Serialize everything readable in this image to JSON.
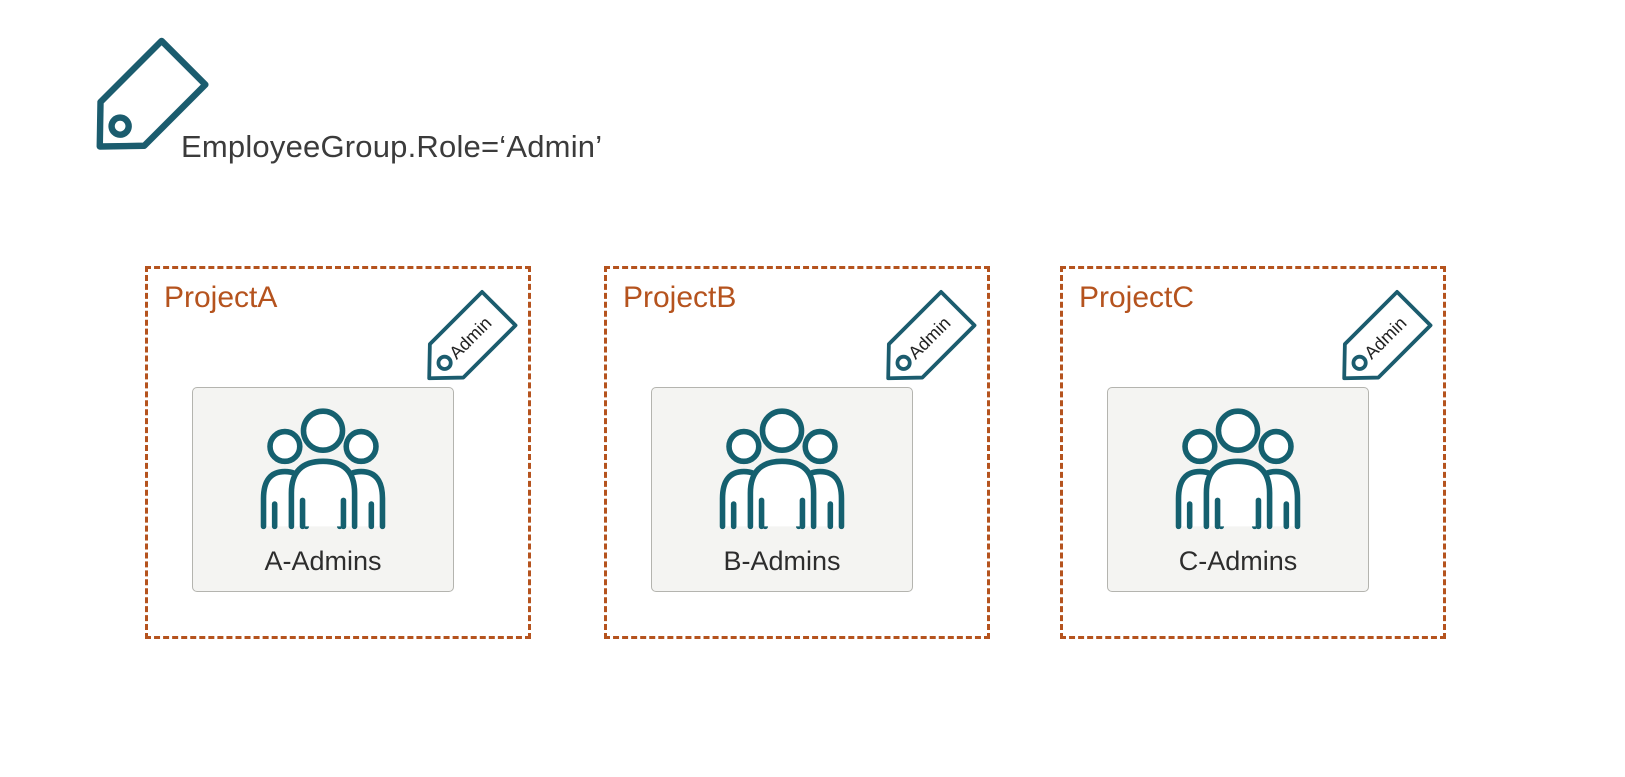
{
  "header": {
    "tag_label": "EmployeeGroup.Role=‘Admin’"
  },
  "colors": {
    "teal_outline": "#1b5c6e",
    "orange_dashed": "#b5531e",
    "card_background": "#f4f4f2",
    "card_border": "#b4b4af",
    "text_dark": "#3b3b3b"
  },
  "projects": [
    {
      "name": "ProjectA",
      "group_label": "A-Admins",
      "tag_label": "Admin"
    },
    {
      "name": "ProjectB",
      "group_label": "B-Admins",
      "tag_label": "Admin"
    },
    {
      "name": "ProjectC",
      "group_label": "C-Admins",
      "tag_label": "Admin"
    }
  ]
}
